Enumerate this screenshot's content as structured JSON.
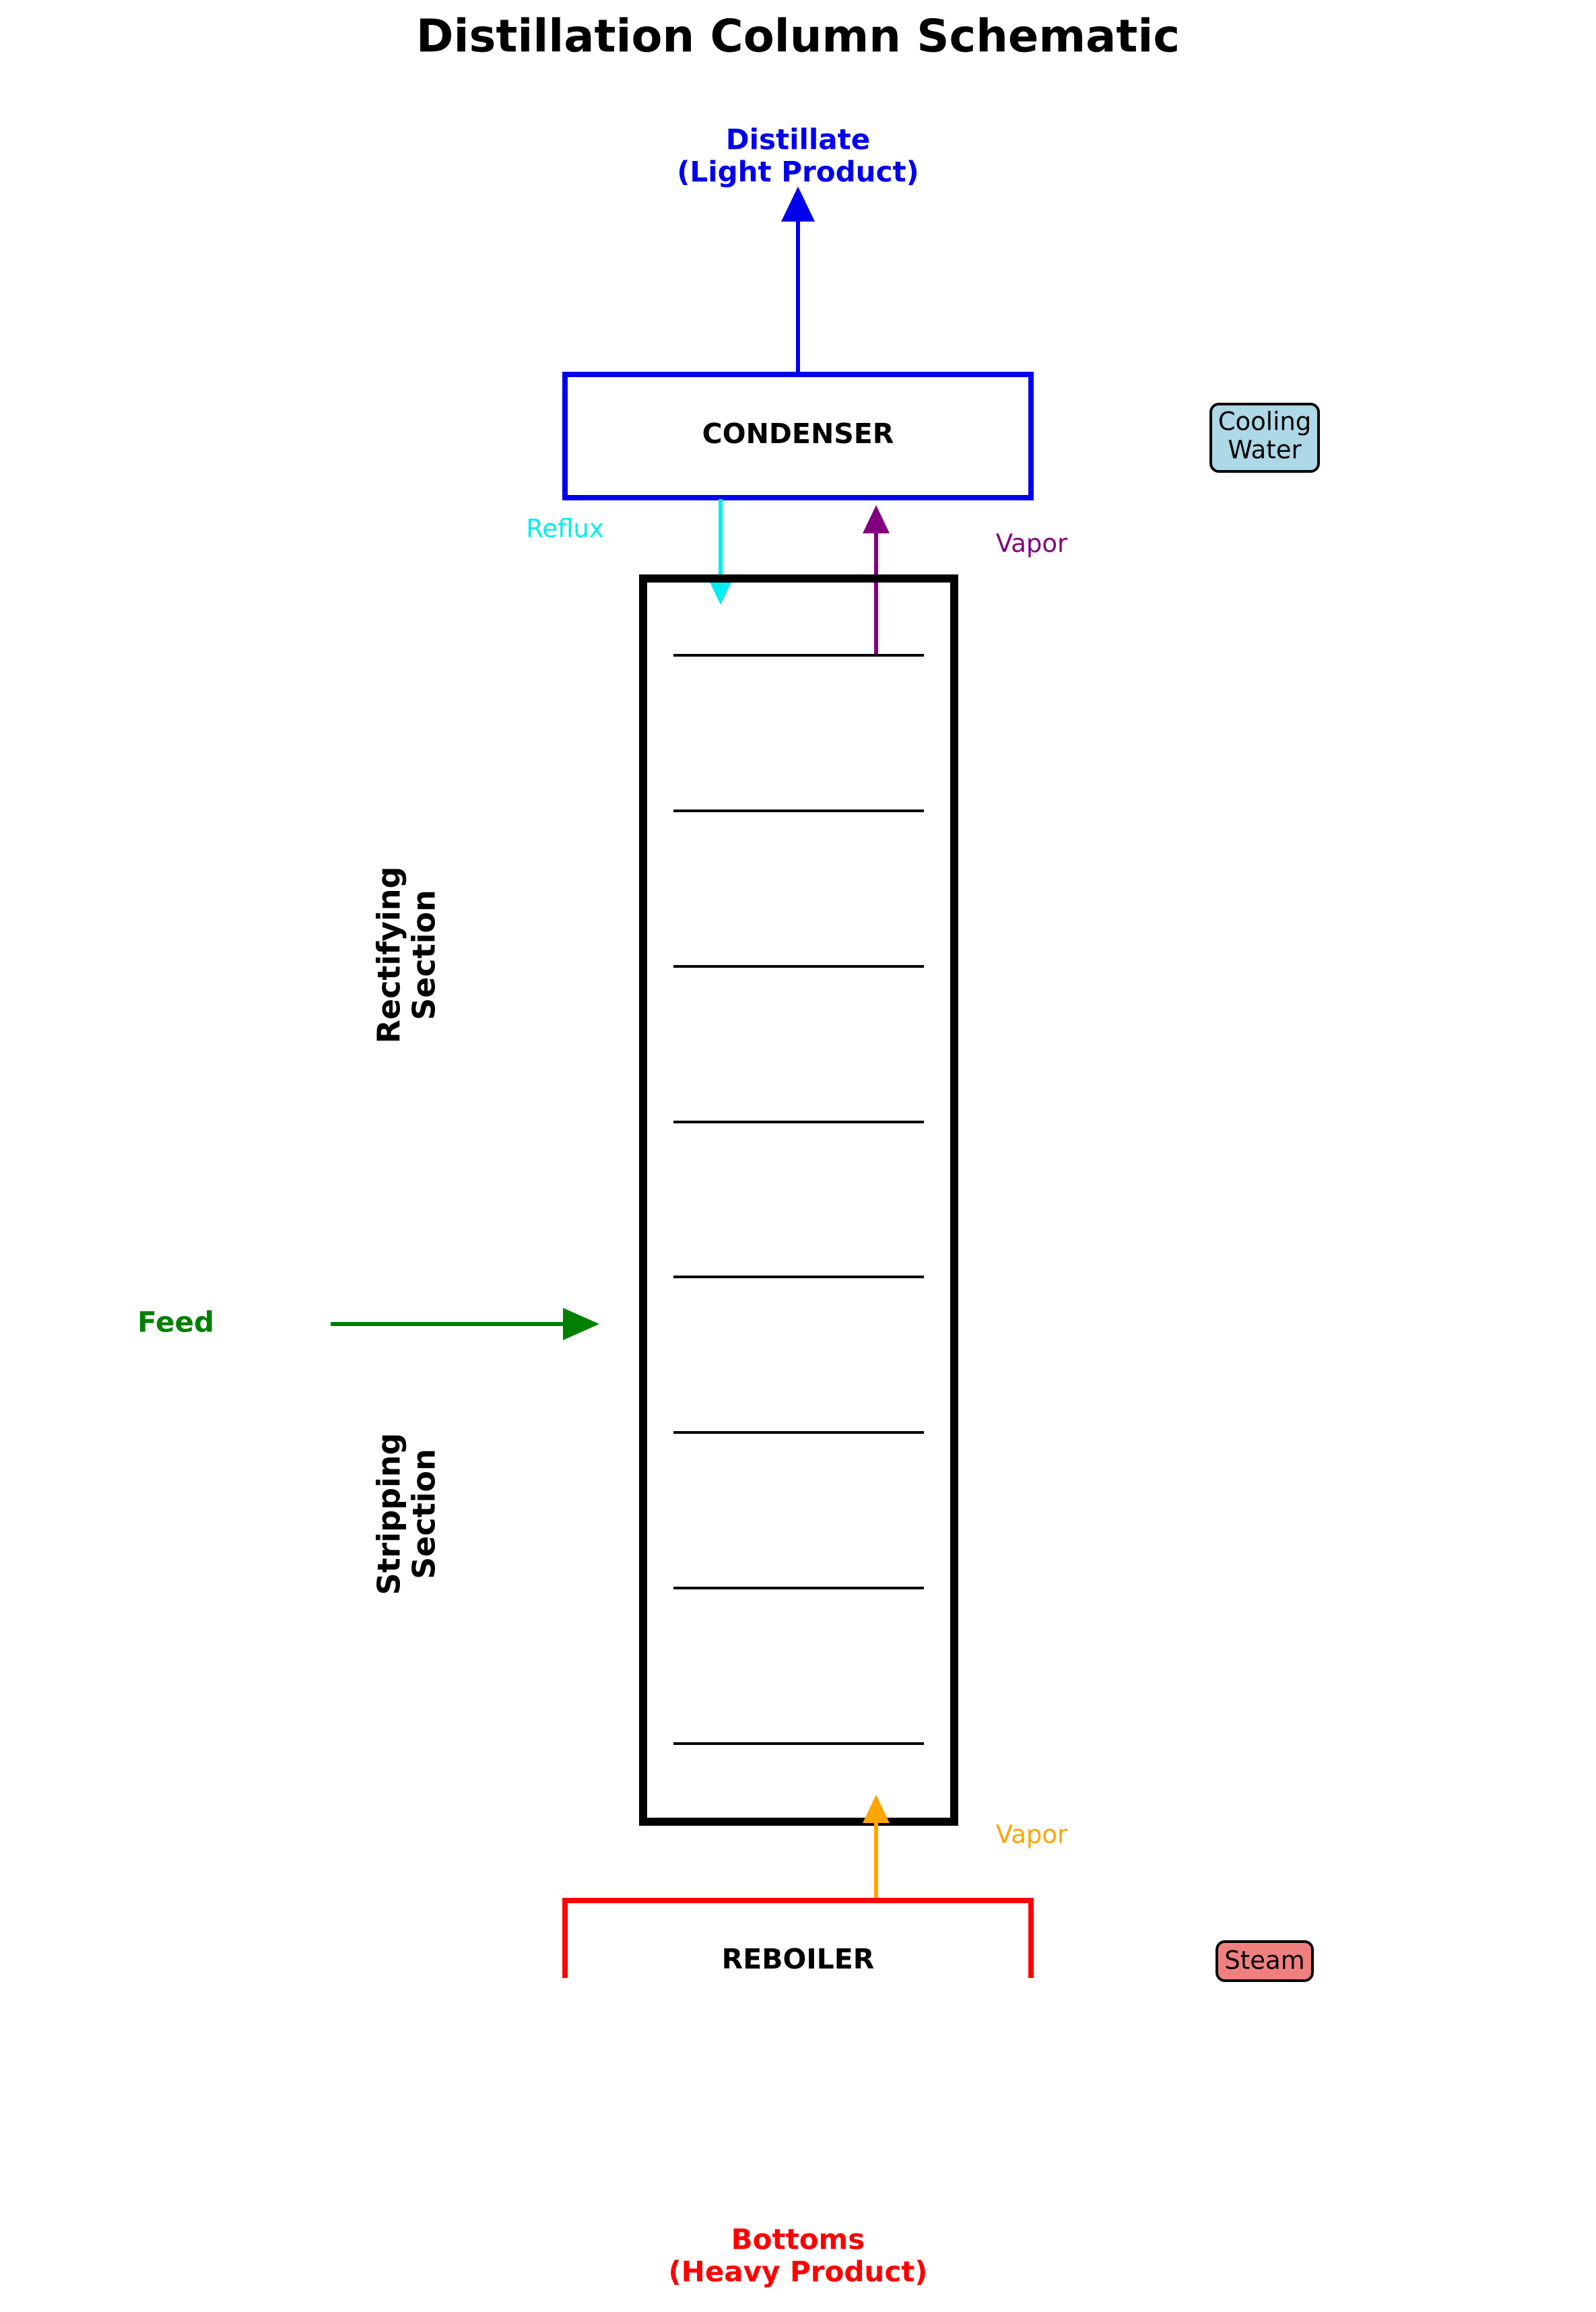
{
  "title": "Distillation Column Schematic",
  "distillate": {
    "line1": "Distillate",
    "line2": "(Light Product)"
  },
  "condenser": {
    "label": "CONDENSER"
  },
  "cooling_water": {
    "line1": "Cooling",
    "line2": "Water"
  },
  "reflux": {
    "label": "Reflux"
  },
  "vapor_top": {
    "label": "Vapor"
  },
  "sections": {
    "rectifying": {
      "line1": "Rectifying",
      "line2": "Section"
    },
    "stripping": {
      "line1": "Stripping",
      "line2": "Section"
    }
  },
  "feed": {
    "label": "Feed"
  },
  "vapor_bottom": {
    "label": "Vapor"
  },
  "reboiler": {
    "label": "REBOILER"
  },
  "steam": {
    "label": "Steam"
  },
  "bottoms": {
    "line1": "Bottoms",
    "line2": "(Heavy Product)"
  },
  "trays": {
    "count": 8
  },
  "colors": {
    "condenser": "#0000ee",
    "distillate": "#0000ee",
    "reflux": "#00eeee",
    "vapor_top": "#800080",
    "feed": "#008000",
    "vapor_bottom": "#ffa500",
    "reboiler": "#ff0000",
    "bottoms": "#ff0000",
    "cooling_water_fill": "#add8e6",
    "steam_fill": "#f08080"
  }
}
